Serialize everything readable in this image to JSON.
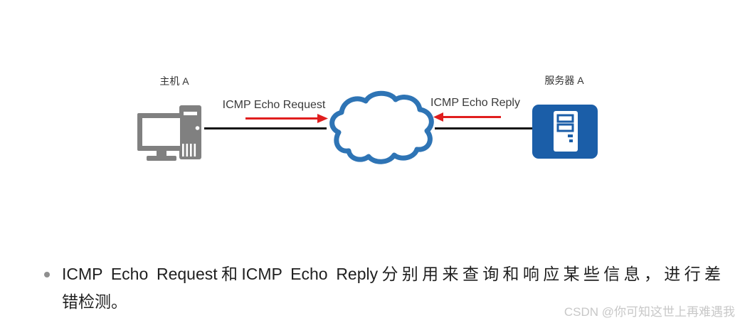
{
  "diagram": {
    "host_label": "主机 A",
    "server_label": "服务器 A",
    "request_label": "ICMP Echo Request",
    "reply_label": "ICMP Echo Reply"
  },
  "notes": {
    "bullet_line1": "ICMP Echo Request和ICMP Echo Reply分别用来查询和响应某些信息，进行差",
    "bullet_line2": "错检测。"
  },
  "watermark": "CSDN @你可知这世上再难遇我",
  "colors": {
    "cloud_stroke": "#2E74B5",
    "server_fill": "#1B5EA8",
    "device_gray": "#808080",
    "arrow_red": "#E01E1E",
    "wire_black": "#141414",
    "body_text": "#1F1F1F",
    "watermark_gray": "#C8C8C8"
  }
}
